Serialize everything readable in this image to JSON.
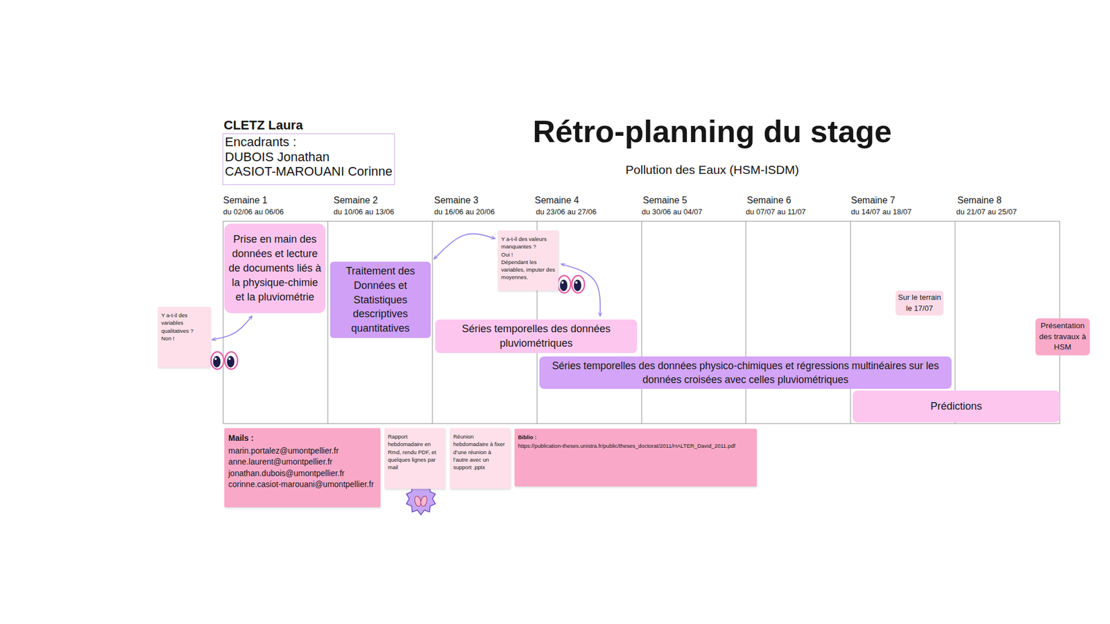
{
  "diagram": {
    "title": "Rétro-planning du stage",
    "nodes": [
      {
        "text": [
          "Encadrants :",
          "DUBOIS Jonathan",
          "CASIOT-MAROUANI Corinne"
        ]
      },
      {
        "text": [
          "Prise en main des données et lecture de documents liés à la physique-chimie et la pluviométrie"
        ]
      },
      {
        "text": [
          "Y a-t-il des variables qualitatives ?",
          "Non !"
        ]
      },
      {
        "text": [
          "Traitement des Données et Statistiques descriptives quantitatives"
        ]
      },
      {
        "text": [
          "Y a-t-il des valeurs manquantes ?",
          "Oui !",
          "Dépendant les variables, imputer des moyennes."
        ]
      },
      {
        "text": [
          "Séries temporelles des données pluviométriques"
        ]
      },
      {
        "text": [
          "Séries temporelles des données physico-chimiques et régressions multinéaires sur les données croisées avec celles pluviométriques"
        ]
      },
      {
        "text": [
          "Sur le terrain le 17/07"
        ]
      },
      {
        "text": [
          "Présentation des travaux à HSM"
        ]
      },
      {
        "text": [
          "Prédictions"
        ]
      },
      {
        "text": [
          "Mails :",
          "marin.portalez@umontpellier.fr",
          "anne.laurent@umontpellier.fr",
          "jonathan.dubois@umontpellier.fr",
          "corinne.casiot-marouani@umontpellier.fr"
        ]
      },
      {
        "text": [
          "Rapport hebdomadaire en Rmd, rendu PDF, et quelques lignes par mail"
        ]
      },
      {
        "text": [
          "Réunion hebdomadaire à fixer d’une réunion à l’autre avec un support .pptx"
        ]
      },
      {
        "text": [
          "Biblio :",
          "https://publication-theses.unistra.fr/public/theses_doctorat/2011/HALTER_David_2011.pdf"
        ]
      }
    ],
    "edges": [
      {
        "from": 2,
        "to": 1,
        "arrow": "both"
      },
      {
        "from": 4,
        "to": 3,
        "arrow": "both"
      },
      {
        "from": 4,
        "to": 5,
        "arrow": "both"
      }
    ],
    "labels": [
      "CLETZ Laura",
      "Pollution des Eaux (HSM-ISDM)",
      "Semaine 1",
      "du 02/06 au 06/06",
      "Semaine 2",
      "du 10/06 au 13/06",
      "Semaine 3",
      "du 16/06 au 20/06",
      "Semaine 4",
      "du 23/06 au 27/06",
      "Semaine 5",
      "du 30/06 au 04/07",
      "Semaine 6",
      "du 07/07 au 11/07",
      "Semaine 7",
      "du 14/07 au 18/07",
      "Semaine 8",
      "du 21/07 au 25/07"
    ]
  }
}
